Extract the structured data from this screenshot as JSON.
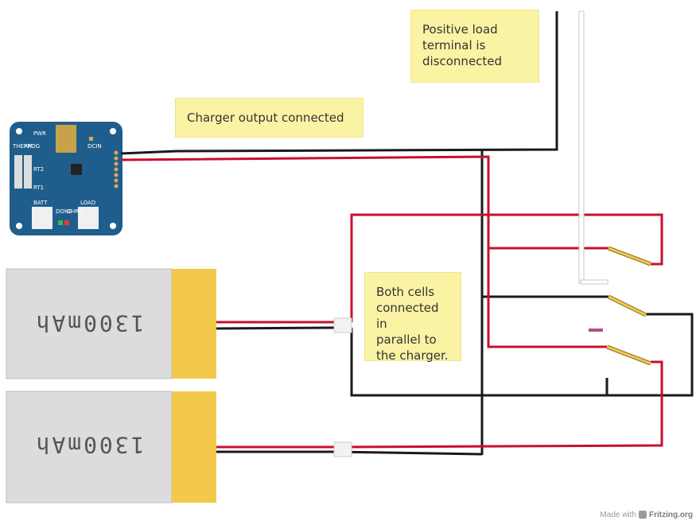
{
  "notes": {
    "positive_load": [
      "Positive load",
      "terminal is",
      "disconnected"
    ],
    "charger_output": "Charger output connected",
    "both_cells": [
      "Both cells",
      "connected in",
      "parallel to",
      "the charger."
    ]
  },
  "charger_board": {
    "labels": [
      "PWR",
      "DCIN",
      "THERM",
      "PROG",
      "RT2",
      "RT1",
      "BATT",
      "LOAD",
      "DONE",
      "CHRG"
    ]
  },
  "batteries": [
    {
      "label": "1300mAh"
    },
    {
      "label": "1300mAh"
    }
  ],
  "colors": {
    "positive_wire": "#c8102e",
    "negative_wire": "#1a1a1a",
    "board": "#1f5e8c",
    "battery_body": "#dcdcdc",
    "battery_terminal": "#f2c94c",
    "note_bg": "#fbf3a4"
  },
  "footer": {
    "made_with": "Made with",
    "brand": "Fritzing.org"
  }
}
